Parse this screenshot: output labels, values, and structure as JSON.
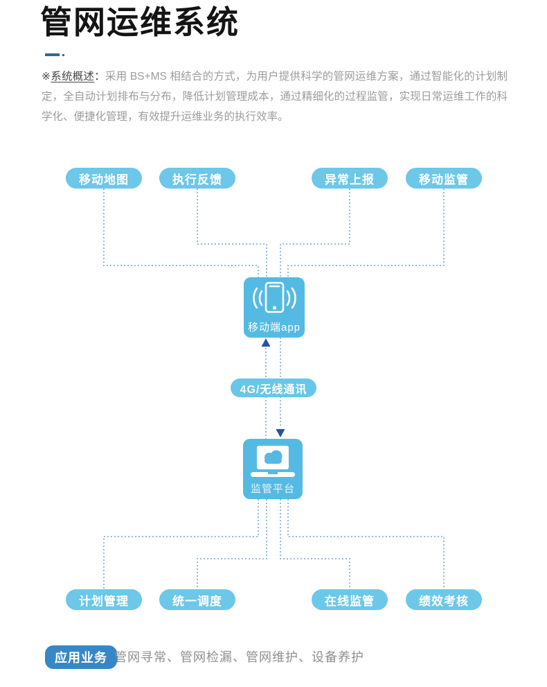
{
  "page": {
    "title": "管网运维系统",
    "background": "#ffffff"
  },
  "overview": {
    "marker": "※",
    "lead": "系统概述",
    "colon": "：",
    "body": "采用 BS+MS  相结合的方式，为用户提供科学的管网运维方案，通过智能化的计划制定，全自动计划排布与分布，降低计划管理成本，通过精细化的过程监管，实现日常运维工作的科学化、便捷化管理，有效提升运维业务的执行效率。"
  },
  "diagram": {
    "top_buttons": [
      {
        "label": "移动地图"
      },
      {
        "label": "执行反馈"
      },
      {
        "label": "异常上报"
      },
      {
        "label": "移动监管"
      }
    ],
    "bottom_buttons": [
      {
        "label": "计划管理"
      },
      {
        "label": "统一调度"
      },
      {
        "label": "在线监管"
      },
      {
        "label": "绩效考核"
      }
    ],
    "mobile_node": {
      "label": "移动端app",
      "icon": "smartphone-signal-icon"
    },
    "platform_node": {
      "label": "监管平台",
      "icon": "laptop-cloud-icon"
    },
    "link_label": "4G/无线通讯",
    "colors": {
      "pill": "#6cc7e8",
      "node": "#55bae3",
      "connector": "#8fb9e2",
      "arrow": "#2253a5",
      "accent_dash": "#2f6b8f"
    }
  },
  "footer": {
    "badge": "应用业务",
    "badge_color": "#3787c7",
    "items": "管网寻常、管网检漏、管网维护、设备养护"
  }
}
